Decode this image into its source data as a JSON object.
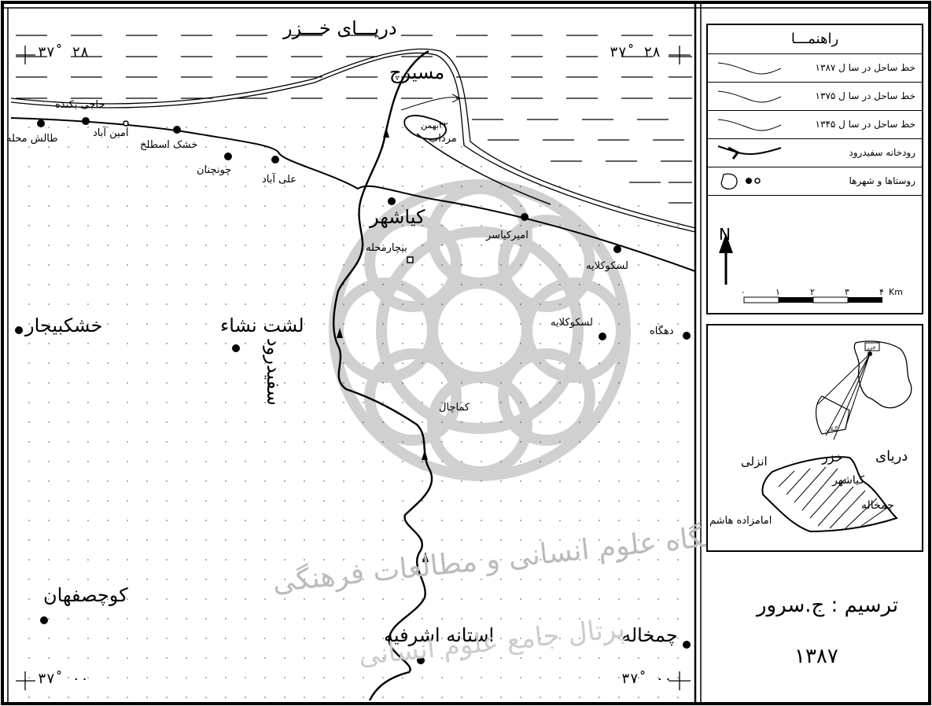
{
  "map": {
    "sea_label": "دریـــای خـــزر",
    "coords": {
      "top_left": "۳۷˚ ۲۸",
      "top_right": "۳۷˚ ۲۸",
      "bottom_left": "۳۷˚ ۰۰",
      "bottom_right": "۳۷˚ ۰۰"
    },
    "places": {
      "mesiraj": "مسیرچ",
      "haji_bekandeh": "حاجی بکنده",
      "talesh_mahalleh": "طالش محله",
      "amin_abad": "امین آباد",
      "khoshk_estalkh": "خشک اسطلخ",
      "chonchenan": "چونچنان",
      "ali_abad": "علی آباد",
      "bahman22": "۲۲بهمن",
      "mordab": "مرداب",
      "kiashahr": "کیاشهر",
      "bijar_mahalleh": "بیچارمحله",
      "amir_kiasar": "امیرکیاسر",
      "loskoklayeh_n": "لسکوکلایه",
      "loskoklayeh_s": "لسکوکلایه",
      "dehgah": "دهگاه",
      "lasht_nesha": "لشت نشاء",
      "khoshkbijar": "خشکبیجار",
      "sefidrud": "سفیدرود",
      "kachal": "کماچال",
      "kuchesfahan": "کوچصفهان",
      "astaneh": "استانه اشرفیه",
      "chamkhaleh": "چمخاله"
    },
    "watermark": "پژوهشگاه علوم انسانی و مطالعات فرهنگی",
    "watermark2": "پرتال جامع علوم انسانی"
  },
  "legend": {
    "title": "راهنمـــا",
    "items": [
      {
        "label": "خط ساحل در سا ل ۱۳۸۷",
        "icon": "coastline-1387-icon"
      },
      {
        "label": "خط ساحل در سا ل ۱۳۷۵",
        "icon": "coastline-1375-icon"
      },
      {
        "label": "خط ساحل در سا ل ۱۳۴۵",
        "icon": "coastline-1345-icon"
      },
      {
        "label": "رودخانه سفیدرود",
        "icon": "river-icon"
      },
      {
        "label": "روستاها و شهرها",
        "icon": "settlement-icon"
      }
    ],
    "north": "N",
    "scale_ticks": [
      "۰",
      "۱",
      "۲",
      "۳",
      "۴"
    ],
    "scale_unit": "Km"
  },
  "inset": {
    "sea": "دریای",
    "khazar": "خزر",
    "anzali": "انزلی",
    "kiashahr": "کیاشهر",
    "chamkhaleh": "چمخاله",
    "emamzadeh": "امامزاده هاشم",
    "gilan": "گیلان",
    "khazar_small": "خزر"
  },
  "credit": {
    "drawn_by": "ترسیم : ج.سرور",
    "year": "۱۳۸۷"
  }
}
